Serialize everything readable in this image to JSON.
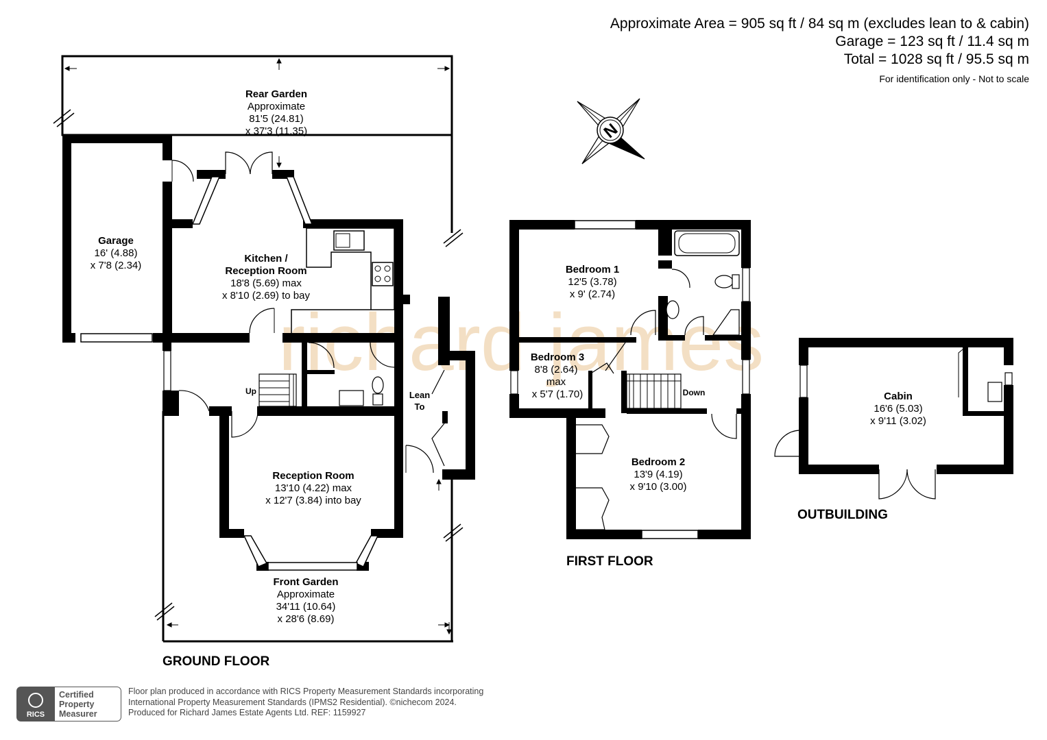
{
  "area": {
    "line1": "Approximate Area = 905 sq ft / 84 sq m (excludes lean to & cabin)",
    "line2": "Garage = 123 sq ft / 11.4 sq m",
    "line3": "Total = 1028 sq ft / 95.5 sq m",
    "note": "For identification only - Not to scale"
  },
  "compass": {
    "letter": "N",
    "icon": "compass-icon"
  },
  "watermark": "richard james",
  "floors": {
    "ground": "GROUND FLOOR",
    "first": "FIRST FLOOR",
    "outbuilding": "OUTBUILDING"
  },
  "rooms": {
    "rear_garden": {
      "name": "Rear Garden",
      "l1": "Approximate",
      "l2": "81'5 (24.81)",
      "l3": "x 37'3 (11.35)"
    },
    "garage": {
      "name": "Garage",
      "l1": "16' (4.88)",
      "l2": "x 7'8 (2.34)"
    },
    "kitchen": {
      "name1": "Kitchen /",
      "name2": "Reception Room",
      "l1": "18'8 (5.69) max",
      "l2": "x 8'10 (2.69) to bay"
    },
    "reception": {
      "name": "Reception Room",
      "l1": "13'10 (4.22) max",
      "l2": "x 12'7 (3.84) into bay"
    },
    "front_garden": {
      "name": "Front Garden",
      "l1": "Approximate",
      "l2": "34'11 (10.64)",
      "l3": "x 28'6 (8.69)"
    },
    "lean_to": {
      "l1": "Lean",
      "l2": "To"
    },
    "up": "Up",
    "down": "Down",
    "bedroom1": {
      "name": "Bedroom 1",
      "l1": "12'5 (3.78)",
      "l2": "x 9' (2.74)"
    },
    "bedroom2": {
      "name": "Bedroom 2",
      "l1": "13'9 (4.19)",
      "l2": "x 9'10 (3.00)"
    },
    "bedroom3": {
      "name": "Bedroom 3",
      "l1": "8'8 (2.64)",
      "l2": "max",
      "l3": "x 5'7 (1.70)"
    },
    "cabin": {
      "name": "Cabin",
      "l1": "16'6 (5.03)",
      "l2": "x 9'11 (3.02)"
    }
  },
  "footer": {
    "line1": "Floor plan produced in accordance with RICS Property Measurement Standards incorporating",
    "line2": "International Property Measurement Standards (IPMS2 Residential).  ©nichecom 2024.",
    "line3": "Produced for Richard James Estate Agents Ltd.   REF:  1159927"
  },
  "rics": {
    "brand": "RICS",
    "c1": "Certified",
    "c2": "Property",
    "c3": "Measurer"
  },
  "colors": {
    "wall": "#000000",
    "watermark": "#f3dfc4",
    "badge": "#555555"
  }
}
